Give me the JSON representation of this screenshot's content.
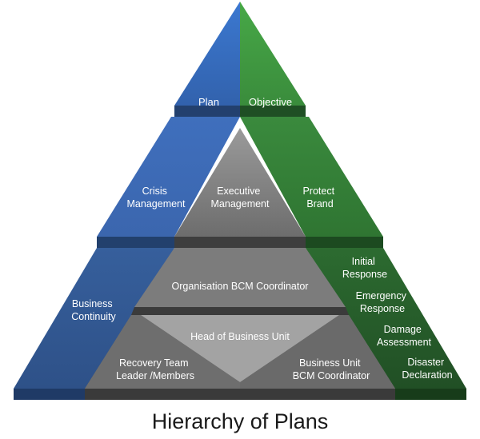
{
  "title": "Hierarchy of Plans",
  "tiers": {
    "top": {
      "left": "Plan",
      "right": "Objective"
    },
    "second": {
      "left": [
        "Crisis",
        "Management"
      ],
      "center": [
        "Executive",
        "Management"
      ],
      "right": [
        "Protect",
        "Brand"
      ]
    },
    "third": {
      "center": "Organisation BCM Coordinator"
    },
    "fourth": {
      "left": [
        "Business",
        "Continuity"
      ],
      "center_top": "Head of Business Unit",
      "center_left": [
        "Recovery Team",
        "Leader /Members"
      ],
      "center_right": [
        "Business Unit",
        "BCM Coordinator"
      ],
      "right": [
        [
          "Initial",
          "Response"
        ],
        [
          "Emergency",
          "Response"
        ],
        [
          "Damage",
          "Assessment"
        ],
        [
          "Disaster",
          "Declaration"
        ]
      ]
    }
  },
  "colors": {
    "blue": "#3f6fba",
    "blue_dark": "#274f8b",
    "green": "#3d8c3f",
    "green_dark": "#1f5a24",
    "gray": "#7b7b7b",
    "gray_dark": "#4a4a4a",
    "gray_light": "#a6a6a6"
  }
}
